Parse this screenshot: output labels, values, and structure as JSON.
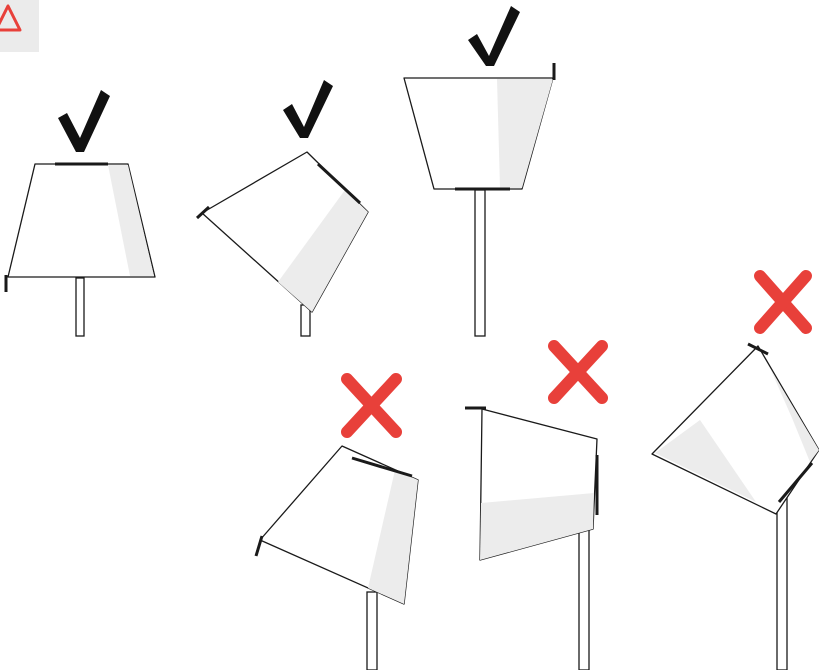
{
  "figure": {
    "warning_icon": "warning-triangle-icon",
    "correct_icon": "check-mark-icon",
    "incorrect_icon": "cross-mark-icon",
    "colors": {
      "correct": "#111111",
      "incorrect": "#e8403a",
      "warning_tile": "#ebebeb",
      "shade_interior": "#ececec"
    },
    "examples": [
      {
        "id": "upright-shade",
        "verdict": "correct"
      },
      {
        "id": "slight-tilt-shade",
        "verdict": "correct"
      },
      {
        "id": "inverted-shade",
        "verdict": "correct"
      },
      {
        "id": "steep-tilt-shade",
        "verdict": "incorrect"
      },
      {
        "id": "sideways-shade",
        "verdict": "incorrect"
      },
      {
        "id": "downward-tilt-shade",
        "verdict": "incorrect"
      }
    ]
  }
}
